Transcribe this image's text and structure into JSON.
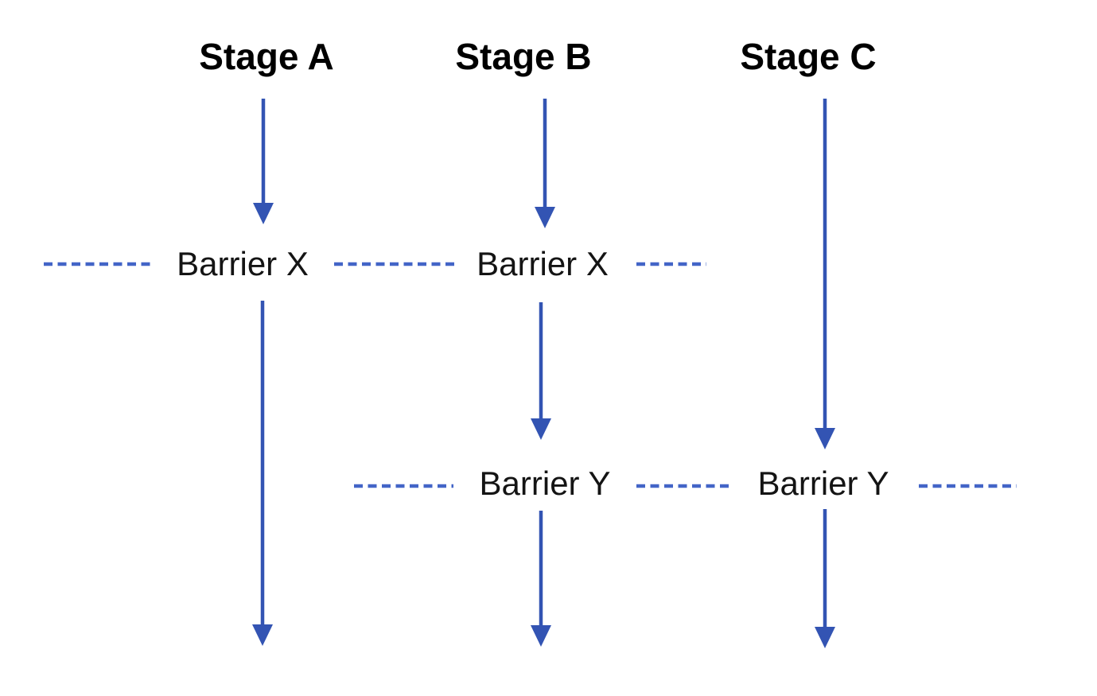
{
  "diagram": {
    "type": "pipeline-flow-with-barriers",
    "stages": [
      {
        "id": "A",
        "label": "Stage A"
      },
      {
        "id": "B",
        "label": "Stage B"
      },
      {
        "id": "C",
        "label": "Stage C"
      }
    ],
    "barriers": [
      {
        "id": "X",
        "label": "Barrier X",
        "spans_stages": [
          "Stage A",
          "Stage B"
        ]
      },
      {
        "id": "Y",
        "label": "Barrier Y",
        "spans_stages": [
          "Stage B",
          "Stage C"
        ]
      }
    ]
  },
  "colors": {
    "arrow": "#3354b3",
    "dash": "#4365c7",
    "stage_title_text": "#000000",
    "barrier_label_text": "#141414",
    "background": "#ffffff"
  }
}
